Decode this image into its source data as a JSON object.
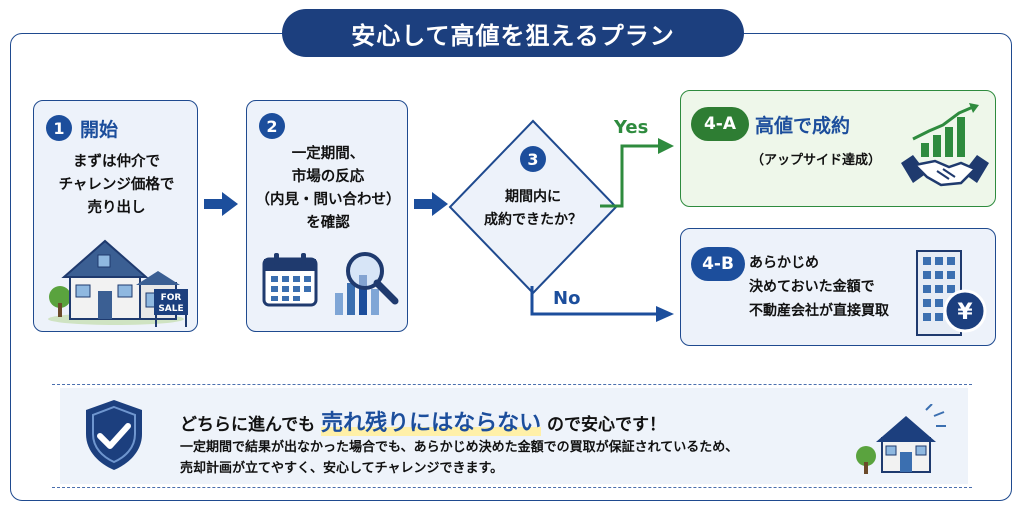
{
  "title": "安心して高値を狙えるプラン",
  "step1": {
    "num": "1",
    "title": "開始",
    "lines": [
      "まずは仲介で",
      "チャレンジ価格で",
      "売り出し"
    ],
    "sign": [
      "FOR",
      "SALE"
    ]
  },
  "step2": {
    "num": "2",
    "lines": [
      "一定期間、",
      "市場の反応",
      "（内見・問い合わせ）",
      "を確認"
    ]
  },
  "step3": {
    "num": "3",
    "lines": [
      "期間内に",
      "成約できたか？"
    ]
  },
  "yes_label": "Yes",
  "no_label": "No",
  "outcome_a": {
    "badge": "4-A",
    "title": "高値で成約",
    "sub": "（アップサイド達成）"
  },
  "outcome_b": {
    "badge": "4-B",
    "lines": [
      "あらかじめ",
      "決めておいた金額で",
      "不動産会社が直接買取"
    ],
    "yen": "¥"
  },
  "message": {
    "lead_pre": "どちらに進んでも",
    "highlight": "売れ残りにはならない",
    "lead_post": "ので安心です！",
    "body": [
      "一定期間で結果が出なかった場合でも、あらかじめ決めた金額での買取が保証されているため、",
      "売却計画が立てやすく、安心してチャレンジできます。"
    ]
  },
  "colors": {
    "navy": "#1c3f7e",
    "blue": "#1c4e9c",
    "green": "#2e8b3e",
    "light": "#edf2fa",
    "green_light": "#eef7ea"
  }
}
